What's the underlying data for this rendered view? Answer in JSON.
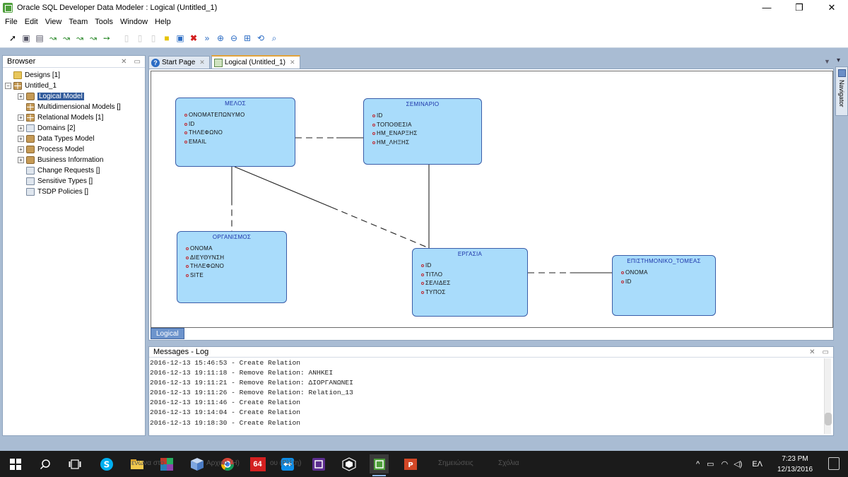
{
  "window": {
    "title": "Oracle SQL Developer Data Modeler : Logical (Untitled_1)",
    "minimize": "—",
    "restore": "❐",
    "close": "✕"
  },
  "menu": [
    "File",
    "Edit",
    "View",
    "Team",
    "Tools",
    "Window",
    "Help"
  ],
  "toolbar_icons": [
    "select-pointer",
    "new-entity",
    "new-view",
    "new-relation-1-1",
    "new-relation-1-n",
    "new-relation-m-n",
    "new-arc",
    "new-subview",
    "new-note",
    "new-folder",
    "picture",
    "delete",
    "zoom-out-fit",
    "zoom-in",
    "zoom-out",
    "fit-screen",
    "refresh",
    "find"
  ],
  "browser": {
    "title": "Browser",
    "tree": [
      {
        "label": "Designs [1]",
        "level": 0,
        "icon": "folder",
        "expander": ""
      },
      {
        "label": "Untitled_1",
        "level": 0,
        "icon": "grid4",
        "expander": "−"
      },
      {
        "label": "Logical Model",
        "level": 1,
        "icon": "cube",
        "expander": "+",
        "selected": true
      },
      {
        "label": "Multidimensional Models []",
        "level": 1,
        "icon": "grid4",
        "expander": ""
      },
      {
        "label": "Relational Models [1]",
        "level": 1,
        "icon": "grid4",
        "expander": "+"
      },
      {
        "label": "Domains [2]",
        "level": 1,
        "icon": "doc",
        "expander": "+"
      },
      {
        "label": "Data Types Model",
        "level": 1,
        "icon": "cube",
        "expander": "+"
      },
      {
        "label": "Process Model",
        "level": 1,
        "icon": "cube",
        "expander": "+"
      },
      {
        "label": "Business Information",
        "level": 1,
        "icon": "cube",
        "expander": "+"
      },
      {
        "label": "Change Requests []",
        "level": 1,
        "icon": "doc",
        "expander": ""
      },
      {
        "label": "Sensitive Types []",
        "level": 1,
        "icon": "doc",
        "expander": ""
      },
      {
        "label": "TSDP Policies []",
        "level": 1,
        "icon": "doc",
        "expander": ""
      }
    ]
  },
  "tabs": [
    {
      "label": "Start Page",
      "active": false
    },
    {
      "label": "Logical (Untitled_1)",
      "active": true
    }
  ],
  "diagram": {
    "bottom_tab": "Logical",
    "entities": [
      {
        "id": "melos",
        "name": "ΜΕΛΟΣ",
        "attributes": [
          "ΟΝΟΜΑΤΕΠΩΝΥΜΟ",
          "ID",
          "ΤΗΛΕΦΩΝΟ",
          "EMAIL"
        ]
      },
      {
        "id": "seminario",
        "name": "ΣΕΜΙΝΑΡΙΟ",
        "attributes": [
          "ID",
          "ΤΟΠΟΘΕΣΙΑ",
          "ΗΜ_ΕΝΑΡΞΗΣ",
          "ΗΜ_ΛΗΞΗΣ"
        ]
      },
      {
        "id": "organismos",
        "name": "ΟΡΓΑΝΙΣΜΟΣ",
        "attributes": [
          "ΟΝΟΜΑ",
          "ΔΙΕΥΘΥΝΣΗ",
          "ΤΗΛΕΦΩΝΟ",
          "SITE"
        ]
      },
      {
        "id": "ergasia",
        "name": "ΕΡΓΑΣΙΑ",
        "attributes": [
          "ID",
          "ΤΙΤΛΟ",
          "ΣΕΛΙΔΕΣ",
          "ΤΥΠΟΣ"
        ]
      },
      {
        "id": "tomeas",
        "name": "ΕΠΙΣΤΗΜΟΝΙΚΟ_ΤΟΜΕΑΣ",
        "attributes": [
          "ΟΝΟΜΑ",
          "ID"
        ]
      }
    ],
    "relations": [
      {
        "from": "melos",
        "to": "seminario"
      },
      {
        "from": "melos",
        "to": "organismos"
      },
      {
        "from": "melos",
        "to": "ergasia"
      },
      {
        "from": "seminario",
        "to": "ergasia"
      },
      {
        "from": "ergasia",
        "to": "tomeas"
      }
    ]
  },
  "messages": {
    "title": "Messages - Log",
    "lines": [
      "2016-12-13 15:46:53 - Create Relation",
      "2016-12-13 19:11:18 - Remove Relation: ΑΝΗΚΕΙ",
      "2016-12-13 19:11:21 - Remove Relation: ΔΙΟΡΓΑΝΩΝΕΙ",
      "2016-12-13 19:11:26 - Remove Relation: Relation_13",
      "2016-12-13 19:11:46 - Create Relation",
      "2016-12-13 19:14:04 - Create Relation",
      "2016-12-13 19:18:30 - Create Relation"
    ]
  },
  "navigator": {
    "label": "Navigator"
  },
  "taskbar": {
    "apps": [
      "start",
      "search",
      "task-view",
      "skype",
      "file-explorer",
      "winrar",
      "box",
      "chrome",
      "app-64",
      "teamviewer",
      "app-purple",
      "virtualbox",
      "data-modeler",
      "powerpoint"
    ],
    "app64_label": "64",
    "language": "ΕΛ",
    "time": "7:23 PM",
    "date": "12/13/2016",
    "faded": [
      "ενωνα στο",
      "Αρχικό (Η)",
      "ου (Ρ)ξτη)",
      "Σημειώσεις",
      "Σχόλια"
    ]
  },
  "colors": {
    "entity_fill": "#a9dcfb",
    "entity_border": "#3a5da8",
    "entity_title": "#1a32a8",
    "selection": "#335c9c"
  }
}
